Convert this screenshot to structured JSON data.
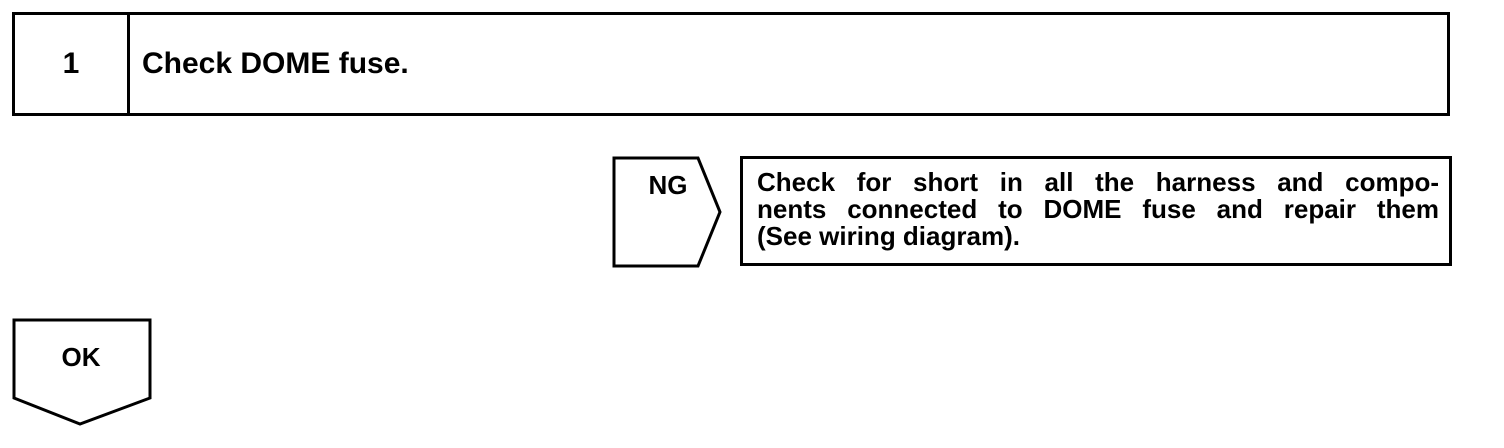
{
  "step": {
    "number": "1",
    "title": "Check DOME fuse."
  },
  "ng_branch": {
    "label": "NG",
    "action_lines": [
      "Check for short in all the harness and compo-",
      "nents connected to DOME fuse and repair them",
      "(See wiring diagram)."
    ]
  },
  "ok_branch": {
    "label": "OK"
  }
}
